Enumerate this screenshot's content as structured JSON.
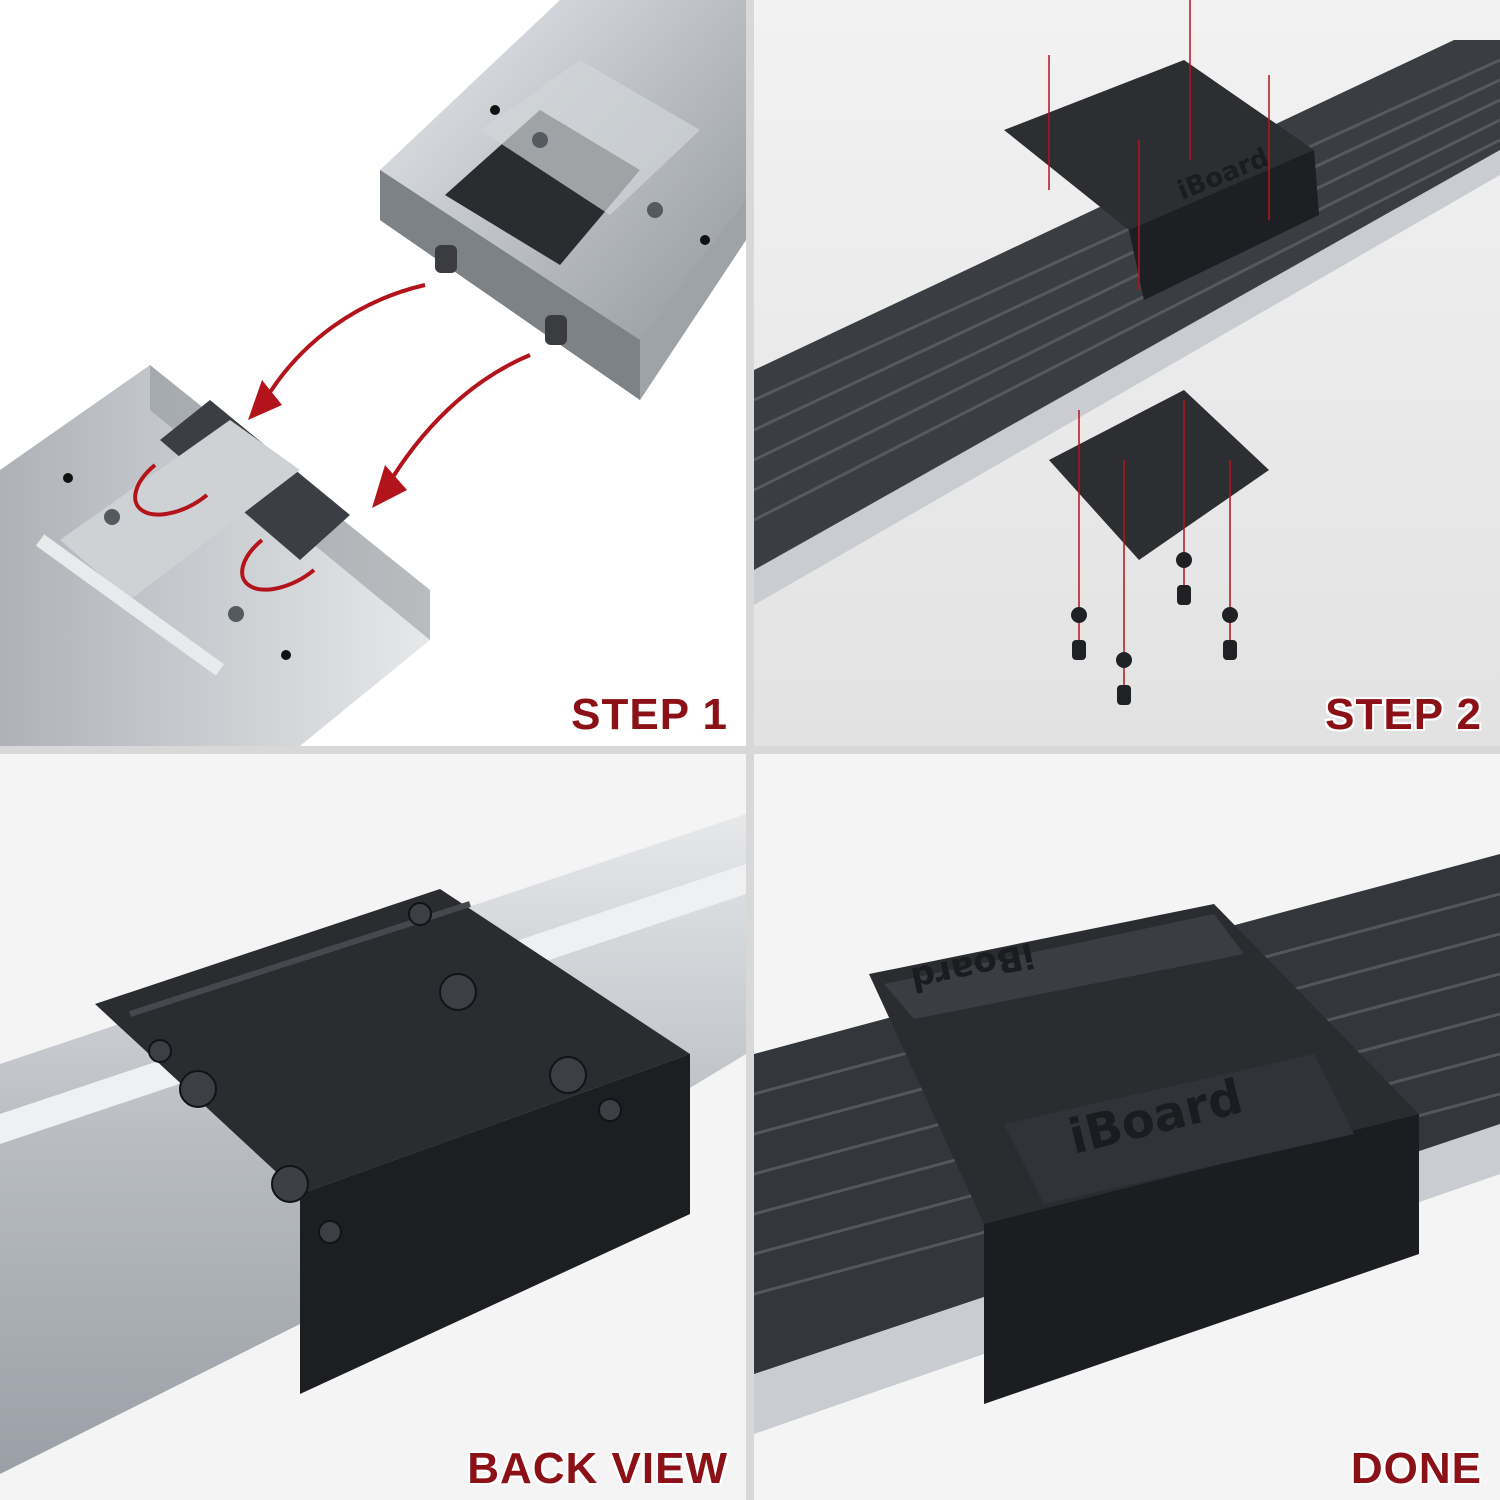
{
  "panels": [
    {
      "id": "step1",
      "label": "STEP 1"
    },
    {
      "id": "step2",
      "label": "STEP 2"
    },
    {
      "id": "back_view",
      "label": "BACK VIEW"
    },
    {
      "id": "done",
      "label": "DONE"
    }
  ],
  "brand": {
    "text": "iBoard"
  },
  "colors": {
    "label": "#8b1116",
    "arrow": "#b3141b",
    "aluminum": "#c9ccd0",
    "black_plastic": "#2b2d31"
  }
}
